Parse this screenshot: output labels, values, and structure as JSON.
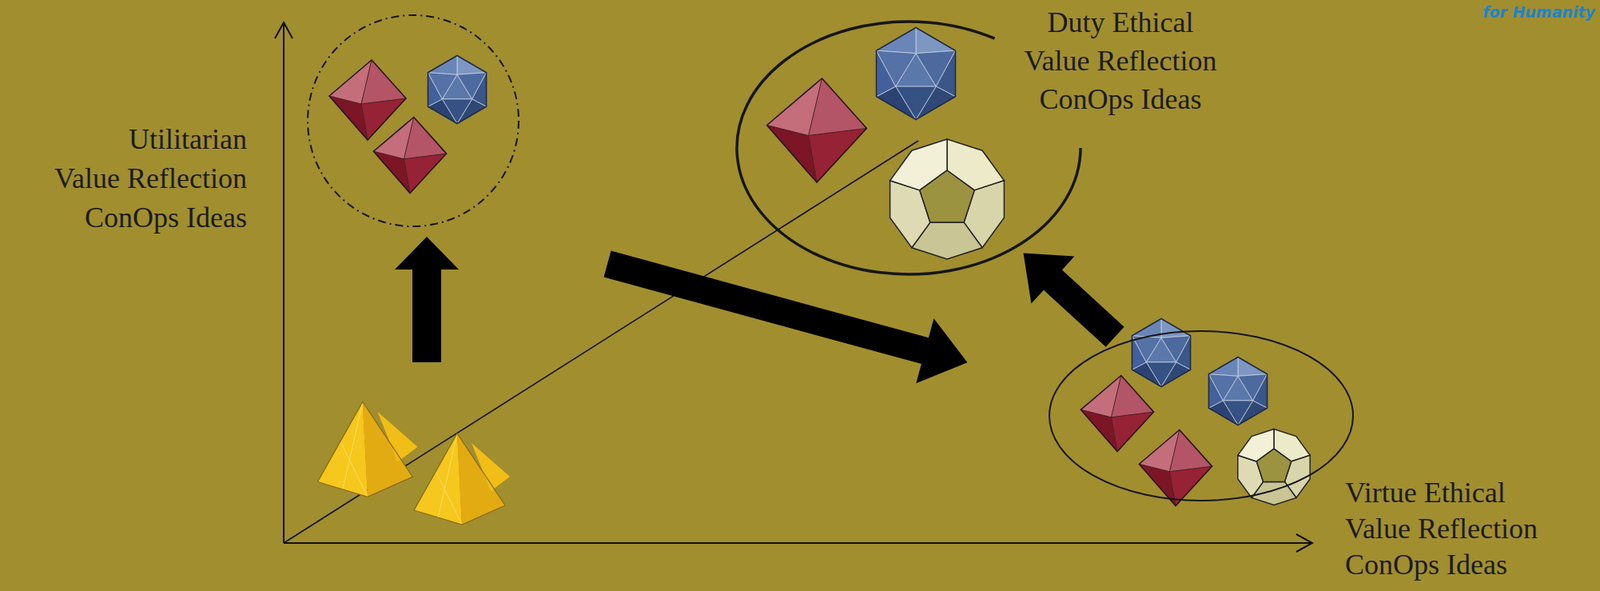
{
  "diagram": {
    "nodes": [
      {
        "text": [
          "Utilitarian Value Reflection ConOps Ideas"
        ]
      },
      {
        "text": [
          "Duty Ethical Value Reflection ConOps Ideas"
        ]
      },
      {
        "text": [
          "Virtue Ethical Value Reflection ConOps Ideas"
        ]
      }
    ],
    "edges": [
      {
        "from": 2,
        "to": 1,
        "arrow": "to"
      }
    ],
    "labels": [
      "for Humanity"
    ]
  }
}
